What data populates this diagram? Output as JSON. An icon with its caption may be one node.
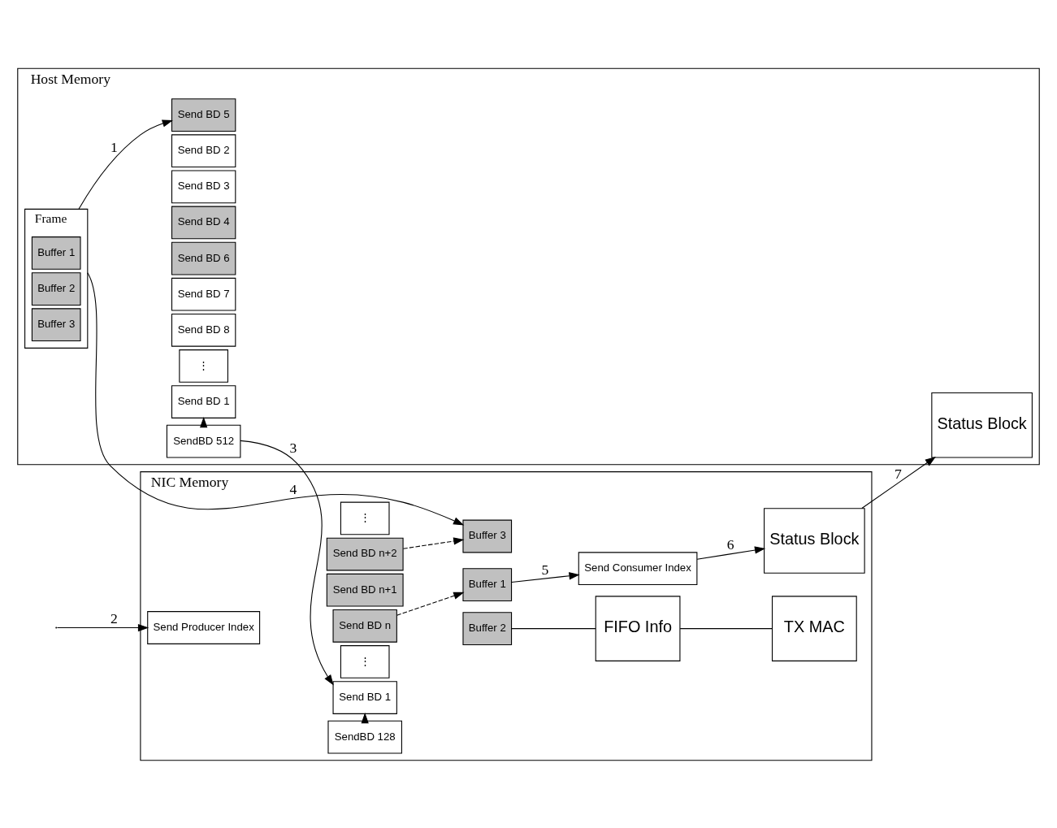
{
  "diagram": {
    "nodes": [
      {
        "text": [
          "Host Memory"
        ]
      },
      {
        "text": [
          "Frame"
        ],
        "in": 0
      },
      {
        "text": [
          "Buffer 1"
        ],
        "in": 1
      },
      {
        "text": [
          "Buffer 2"
        ],
        "in": 1
      },
      {
        "text": [
          "Buffer 3"
        ],
        "in": 1
      },
      {
        "text": [
          "Send BD 1"
        ],
        "in": 0
      },
      {
        "text": [
          "Send BD 2"
        ],
        "in": 0
      },
      {
        "text": [
          "Send BD 3"
        ],
        "in": 0
      },
      {
        "text": [
          "Send BD 4"
        ],
        "in": 0
      },
      {
        "text": [
          "Send BD 5"
        ],
        "in": 0
      },
      {
        "text": [
          "Send BD 6"
        ],
        "in": 0
      },
      {
        "text": [
          "Send BD 7"
        ],
        "in": 0
      },
      {
        "text": [
          "Send BD 8"
        ],
        "in": 0
      },
      {
        "text": [
          "⋮"
        ],
        "in": 0
      },
      {
        "text": [
          "SendBD 512"
        ],
        "in": 0
      },
      {
        "text": [
          "Status Block"
        ],
        "in": 0
      },
      {
        "text": [
          "NIC Memory"
        ]
      },
      {
        "text": [
          "Send Producer Index"
        ],
        "in": 16
      },
      {
        "text": [
          "Send BD 1"
        ],
        "in": 16
      },
      {
        "text": [
          "⋮"
        ],
        "in": 16
      },
      {
        "text": [
          "Send BD n"
        ],
        "in": 16
      },
      {
        "text": [
          "Send BD n+1"
        ],
        "in": 16
      },
      {
        "text": [
          "Send BD n+2"
        ],
        "in": 16
      },
      {
        "text": [
          "⋮"
        ],
        "in": 16
      },
      {
        "text": [
          "SendBD 128"
        ],
        "in": 16
      },
      {
        "text": [
          "Status Block"
        ],
        "in": 16
      },
      {
        "text": [
          "Send Consumer Index"
        ],
        "in": 16
      },
      {
        "text": [
          "Buffer 1"
        ],
        "in": 16
      },
      {
        "text": [
          "Buffer 2"
        ],
        "in": 16
      },
      {
        "text": [
          "Buffer 3"
        ],
        "in": 16
      },
      {
        "text": [
          "FIFO Info"
        ],
        "in": 16
      },
      {
        "text": [
          "TX MAC"
        ],
        "in": 16
      }
    ],
    "edges": [
      {
        "from": 1,
        "to": 9,
        "arrow": "to",
        "label": "1"
      },
      {
        "from": null,
        "to": 17,
        "arrow": "to",
        "label": "2"
      },
      {
        "from": 14,
        "to": 18,
        "arrow": "to",
        "label": "3"
      },
      {
        "from": 1,
        "to": 29,
        "arrow": "to",
        "label": "4"
      },
      {
        "from": 27,
        "to": 26,
        "arrow": "to",
        "label": "5"
      },
      {
        "from": 26,
        "to": 25,
        "arrow": "to",
        "label": "6"
      },
      {
        "from": 25,
        "to": 15,
        "arrow": "to",
        "label": "7"
      },
      {
        "from": 14,
        "to": 5,
        "arrow": "to",
        "style": "dashed"
      },
      {
        "from": 24,
        "to": 18,
        "arrow": "to",
        "style": "dashed"
      },
      {
        "from": 20,
        "to": 27,
        "arrow": "to",
        "style": "dashed"
      },
      {
        "from": 22,
        "to": 29,
        "arrow": "to",
        "style": "dashed"
      },
      {
        "from": 28,
        "to": 30,
        "arrow": "none"
      },
      {
        "from": 30,
        "to": 31,
        "arrow": "none"
      }
    ]
  }
}
